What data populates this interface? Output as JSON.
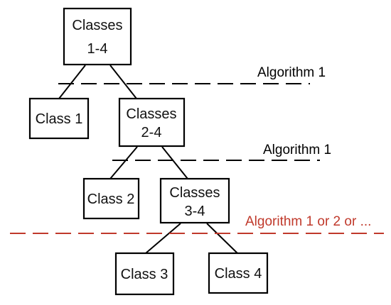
{
  "colors": {
    "box_border": "#000000",
    "edge": "#000000",
    "split_default": "#000000",
    "split_highlight": "#c0392b"
  },
  "nodes": {
    "classes_1_4": {
      "line1": "Classes",
      "line2": "1-4"
    },
    "class_1": {
      "label": "Class 1"
    },
    "classes_2_4": {
      "line1": "Classes",
      "line2": "2-4"
    },
    "class_2": {
      "label": "Class 2"
    },
    "classes_3_4": {
      "line1": "Classes",
      "line2": "3-4"
    },
    "class_3": {
      "label": "Class 3"
    },
    "class_4": {
      "label": "Class 4"
    }
  },
  "splits": [
    {
      "label": "Algorithm 1",
      "highlight": false
    },
    {
      "label": "Algorithm 1",
      "highlight": false
    },
    {
      "label": "Algorithm 1 or 2 or ...",
      "highlight": true
    }
  ]
}
